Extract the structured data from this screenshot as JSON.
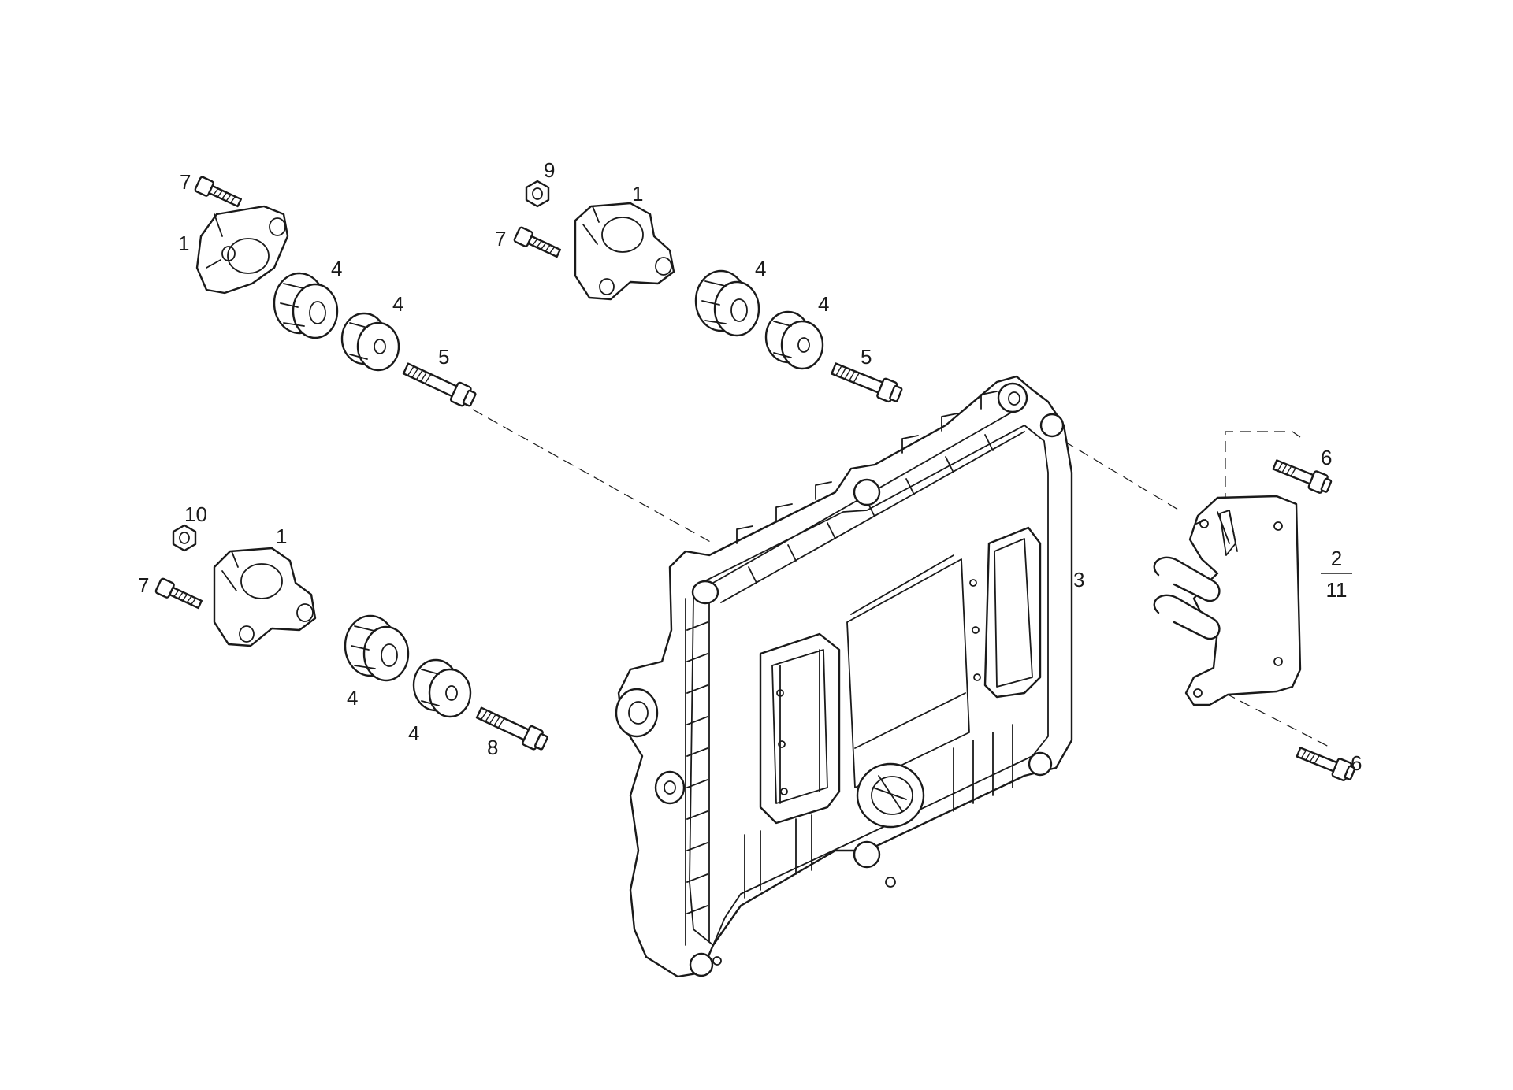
{
  "callouts": {
    "mount_top_left": {
      "bolt": "7",
      "bracket": "1",
      "bushing_a": "4",
      "bushing_b": "4",
      "bolt_long": "5"
    },
    "mount_top_center": {
      "nut": "9",
      "bracket": "1",
      "bolt": "7",
      "bushing_a": "4",
      "bushing_b": "4",
      "bolt_long": "5"
    },
    "mount_bottom_left": {
      "nut": "10",
      "bracket": "1",
      "bolt": "7",
      "bushing_a": "4",
      "bushing_b": "4",
      "bolt_long": "8"
    },
    "control_unit": "3",
    "bracket_right": {
      "numerator": "2",
      "denominator": "11",
      "bolt_top": "6",
      "bolt_bottom": "6"
    }
  }
}
